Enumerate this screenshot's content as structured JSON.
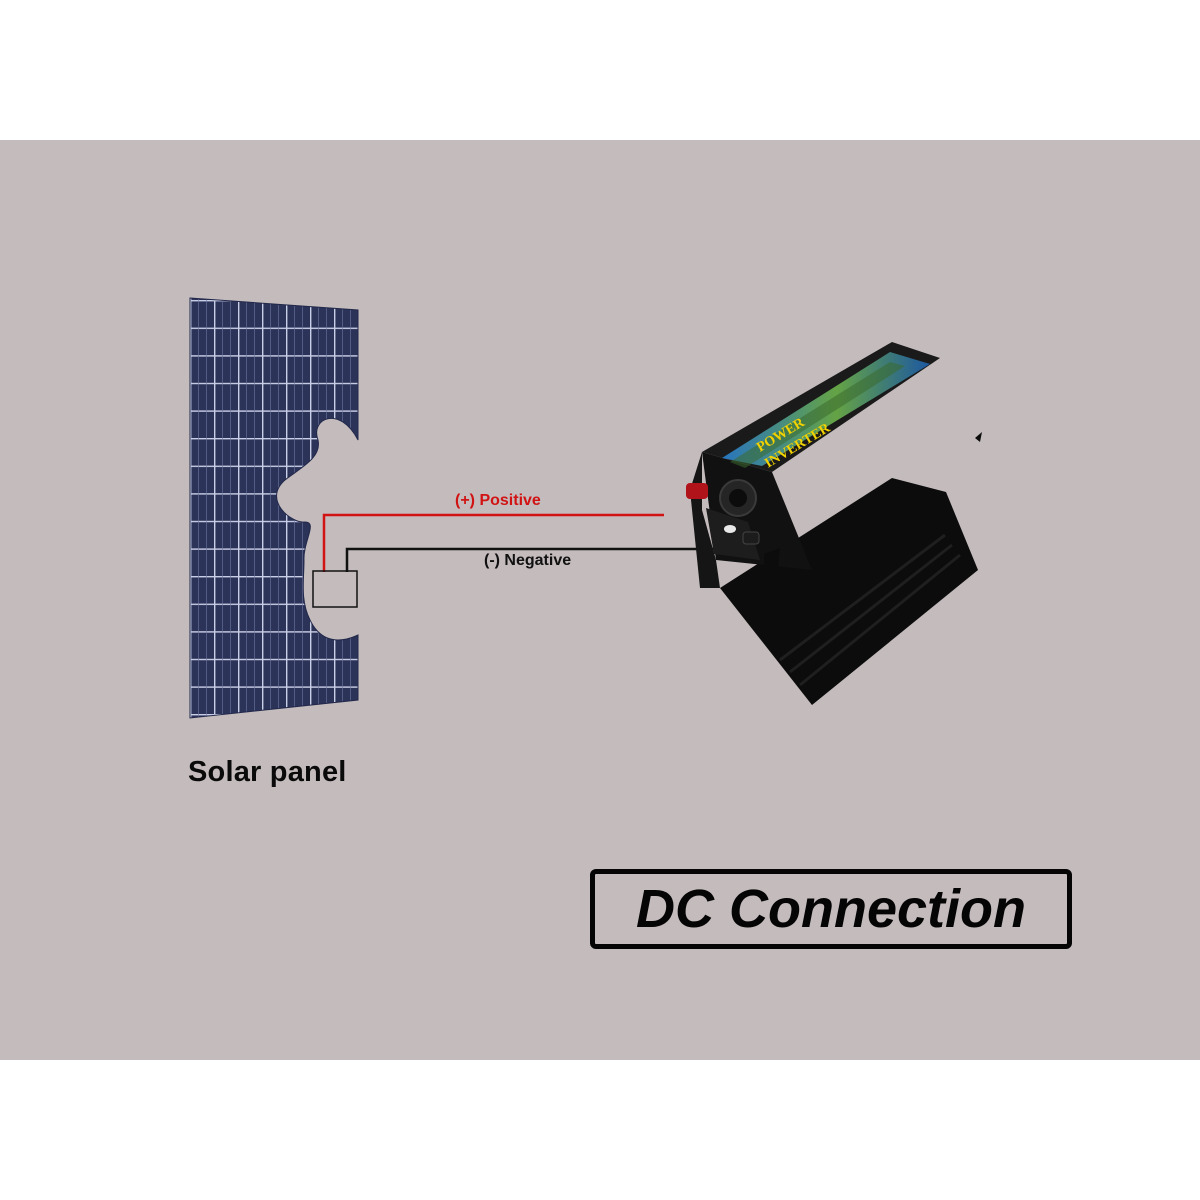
{
  "labels": {
    "solar_panel": "Solar panel",
    "positive": "(+) Positive",
    "negative": "(-) Negative",
    "connection_title": "DC Connection",
    "inverter_brand_line1": "POWER",
    "inverter_brand_line2": "INVERTER"
  },
  "colors": {
    "background": "#c4bbbc",
    "positive_wire": "#d11313",
    "negative_wire": "#111111",
    "panel_cell": "#2b3358",
    "panel_grid": "#c9cfe6",
    "inverter_body": "#151515"
  },
  "icons": {
    "panel": "solar-panel-illustration",
    "inverter": "power-inverter-illustration",
    "junction": "junction-box-icon"
  }
}
